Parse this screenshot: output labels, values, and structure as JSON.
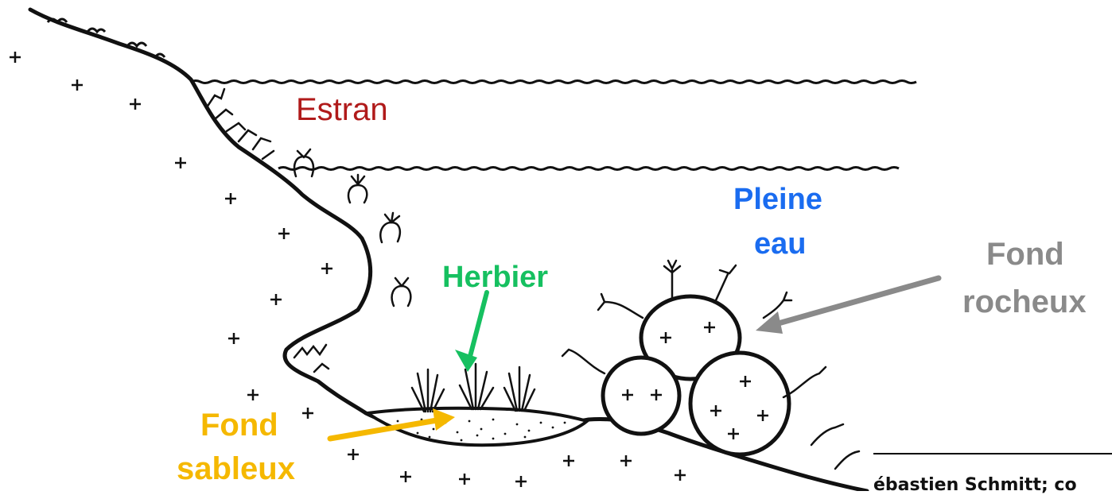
{
  "colors": {
    "estran": "#b01a1a",
    "pleine_eau": "#1a6cf0",
    "herbier": "#16c060",
    "fond_rocheux": "#8a8a8a",
    "fond_sableux": "#f5b800",
    "ink": "#111111"
  },
  "labels": {
    "estran": "Estran",
    "pleine_eau_line1": "Pleine",
    "pleine_eau_line2": "eau",
    "herbier": "Herbier",
    "fond_rocheux_line1": "Fond",
    "fond_rocheux_line2": "rocheux",
    "fond_sableux_line1": "Fond",
    "fond_sableux_line2": "sableux"
  },
  "credit": {
    "text": "ébastien Schmitt; co"
  }
}
